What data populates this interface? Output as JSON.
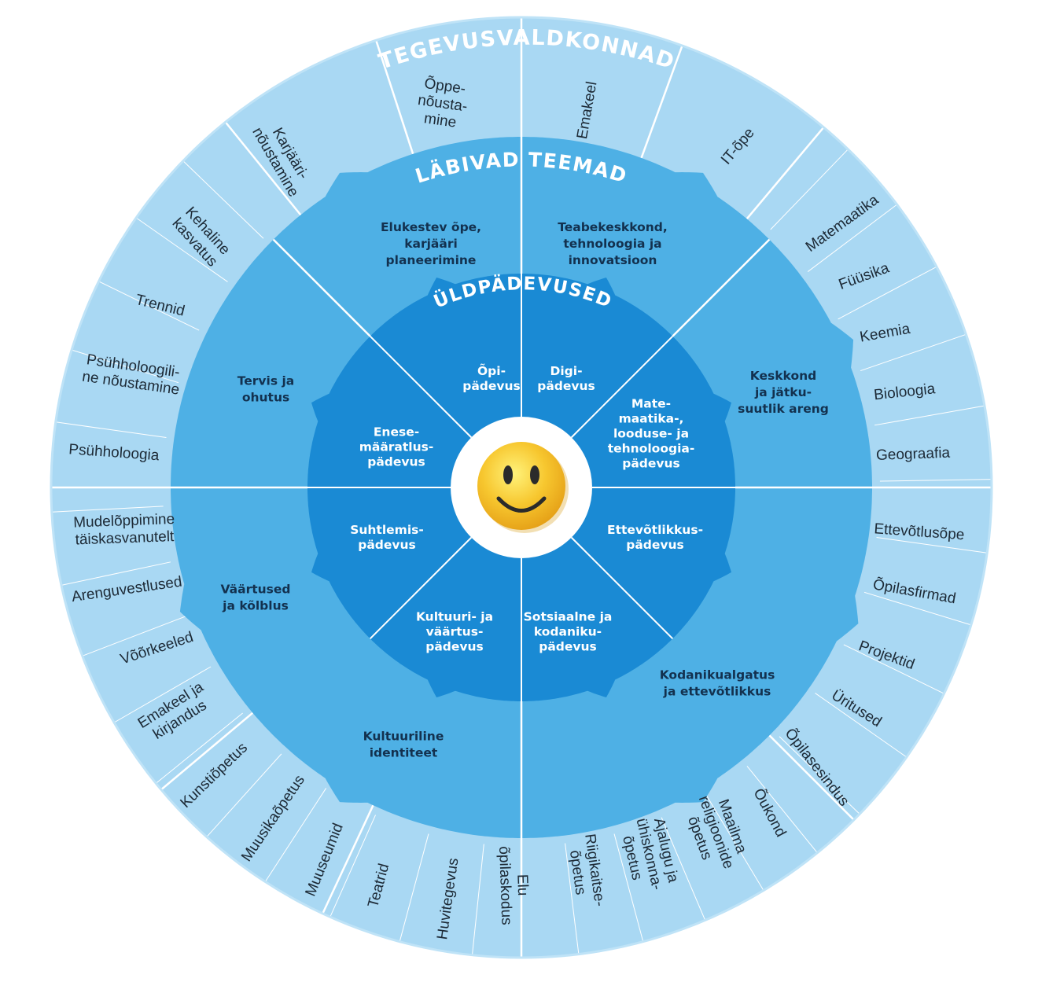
{
  "colors": {
    "outer_ring": "#a9d8f3",
    "outer_ring_light": "#bfe3f7",
    "middle_ring": "#4eb0e5",
    "inner_ring": "#1a8ad4",
    "center": "#ffffff",
    "divider": "#ffffff",
    "title_text": "#ffffff",
    "dark_text": "#1d2a36",
    "smiley": "#f7c72f"
  },
  "rings": {
    "outer_title": "TEGEVUSVALDKONNAD",
    "middle_title": "LÄBIVAD TEEMAD",
    "inner_title": "ÜLDPÄDEVUSED"
  },
  "center": {
    "icon": "smiley-face-icon"
  },
  "inner_sectors": [
    {
      "label": [
        "Õpi-",
        "pädevus"
      ]
    },
    {
      "label": [
        "Digi-",
        "pädevus"
      ]
    },
    {
      "label": [
        "Mate-",
        "maatika-,",
        "looduse- ja",
        "tehnoloogia-",
        "pädevus"
      ]
    },
    {
      "label": [
        "Ettevõtlikkus-",
        "pädevus"
      ]
    },
    {
      "label": [
        "Sotsiaalne ja",
        "kodaniku-",
        "pädevus"
      ]
    },
    {
      "label": [
        "Kultuuri- ja",
        "väärtus-",
        "pädevus"
      ]
    },
    {
      "label": [
        "Suhtlemis-",
        "pädevus"
      ]
    },
    {
      "label": [
        "Enese-",
        "määratlus-",
        "pädevus"
      ]
    }
  ],
  "middle_sectors": [
    {
      "label": [
        "Elukestev õpe,",
        "karjääri",
        "planeerimine"
      ]
    },
    {
      "label": [
        "Teabekeskkond,",
        "tehnoloogia ja",
        "innovatsioon"
      ]
    },
    {
      "label": [
        "Keskkond",
        "ja jätku-",
        "suutlik areng"
      ]
    },
    {
      "label": [
        "Kodanikualgatus",
        "ja ettevõtlikkus"
      ]
    },
    {
      "label": [
        "Kultuuriline",
        "identiteet"
      ]
    },
    {
      "label": [
        "Väärtused",
        "ja kõlblus"
      ]
    },
    {
      "label": [
        "Tervis ja",
        "ohutus"
      ]
    }
  ],
  "outer_items": [
    {
      "label": [
        "Õppe-",
        "nõusta-",
        "mine"
      ]
    },
    {
      "label": [
        "Emakeel"
      ]
    },
    {
      "label": [
        "IT-õpe"
      ]
    },
    {
      "label": [
        "Matemaatika"
      ]
    },
    {
      "label": [
        "Füüsika"
      ]
    },
    {
      "label": [
        "Keemia"
      ]
    },
    {
      "label": [
        "Bioloogia"
      ]
    },
    {
      "label": [
        "Geograafia"
      ]
    },
    {
      "label": [
        "Ettevõtlusõpe"
      ]
    },
    {
      "label": [
        "Õpilasfirmad"
      ]
    },
    {
      "label": [
        "Projektid"
      ]
    },
    {
      "label": [
        "Üritused"
      ]
    },
    {
      "label": [
        "Õpilasesindus"
      ]
    },
    {
      "label": [
        "Õukond"
      ]
    },
    {
      "label": [
        "Maailma",
        "religioonide",
        "õpetus"
      ]
    },
    {
      "label": [
        "Ajalugu ja",
        "ühiskonna-",
        "õpetus"
      ]
    },
    {
      "label": [
        "Riigikaitse-",
        "õpetus"
      ]
    },
    {
      "label": [
        "Elu",
        "õpilaskodus"
      ]
    },
    {
      "label": [
        "Huvitegevus"
      ]
    },
    {
      "label": [
        "Teatrid"
      ]
    },
    {
      "label": [
        "Muuseumid"
      ]
    },
    {
      "label": [
        "Muusikaõpetus"
      ]
    },
    {
      "label": [
        "Kunstiõpetus"
      ]
    },
    {
      "label": [
        "Emakeel ja",
        "kirjandus"
      ]
    },
    {
      "label": [
        "Võõrkeeled"
      ]
    },
    {
      "label": [
        "Arenguvestlused"
      ]
    },
    {
      "label": [
        "Mudelõppimine",
        "täiskasvanutelt"
      ]
    },
    {
      "label": [
        "Psühholoogia"
      ]
    },
    {
      "label": [
        "Psühholoogili-",
        "ne nõustamine"
      ]
    },
    {
      "label": [
        "Trennid"
      ]
    },
    {
      "label": [
        "Kehaline",
        "kasvatus"
      ]
    },
    {
      "label": [
        "Karjääri-",
        "nõustamine"
      ]
    }
  ]
}
